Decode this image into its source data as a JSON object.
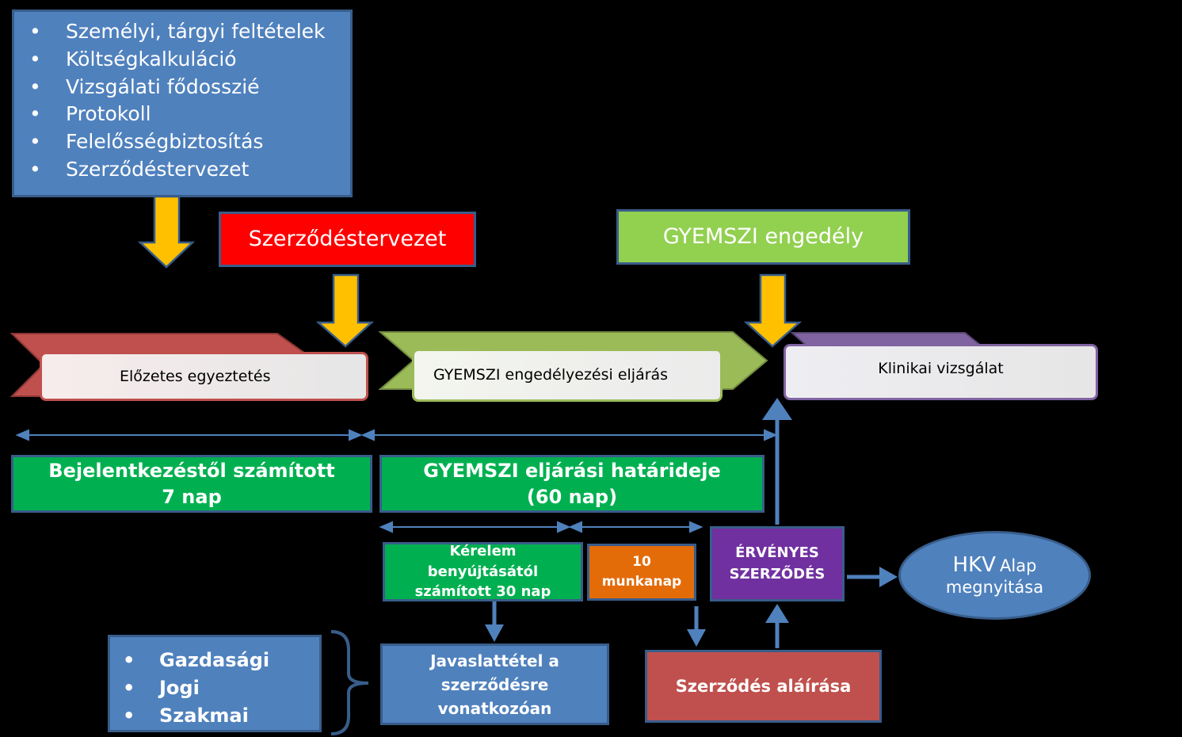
{
  "prerequisites": {
    "items": [
      "Személyi, tárgyi feltételek",
      "Költségkalkuláció",
      "Vizsgálati fődosszié",
      "Protokoll",
      "Felelősségbiztosítás",
      "Szerződéstervezet"
    ]
  },
  "draft_contract": {
    "label": "Szerződéstervezet"
  },
  "gyemszi_permit": {
    "label": "GYEMSZI engedély"
  },
  "phases": [
    {
      "label": "Előzetes egyeztetés"
    },
    {
      "label": "GYEMSZI engedélyezési eljárás"
    },
    {
      "label": "Klinikai vizsgálat"
    }
  ],
  "durations": {
    "first": {
      "line1": "Bejelentkezéstől számított",
      "line2": "7 nap"
    },
    "second": {
      "line1": "GYEMSZI eljárási határideje",
      "line2": "(60 nap)"
    }
  },
  "sub_durations": {
    "a": {
      "line1": "Kérelem",
      "line2": "benyújtásától",
      "line3": "számított 30 nap"
    },
    "b": {
      "line1": "10",
      "line2": "munkanap"
    }
  },
  "valid_contract": {
    "line1": "ÉRVÉNYES",
    "line2": "SZERZŐDÉS"
  },
  "hkv": {
    "big": "HKV",
    "small": "Alap",
    "line2": "megnyitása"
  },
  "aspects": {
    "items": [
      "Gazdasági",
      "Jogi",
      "Szakmai"
    ]
  },
  "proposal": {
    "line1": "Javaslattétel a",
    "line2": "szerződésre",
    "line3": "vonatkozóan"
  },
  "signing": {
    "label": "Szerződés aláírása"
  },
  "colors": {
    "blue": "#4f81bd",
    "red_box": "#ff0000",
    "green_box": "#92d050",
    "dark_green": "#00b050",
    "orange": "#e36c09",
    "purple": "#7030a0",
    "arrow_yellow": "#ffc000",
    "rose": "#c0504d"
  }
}
